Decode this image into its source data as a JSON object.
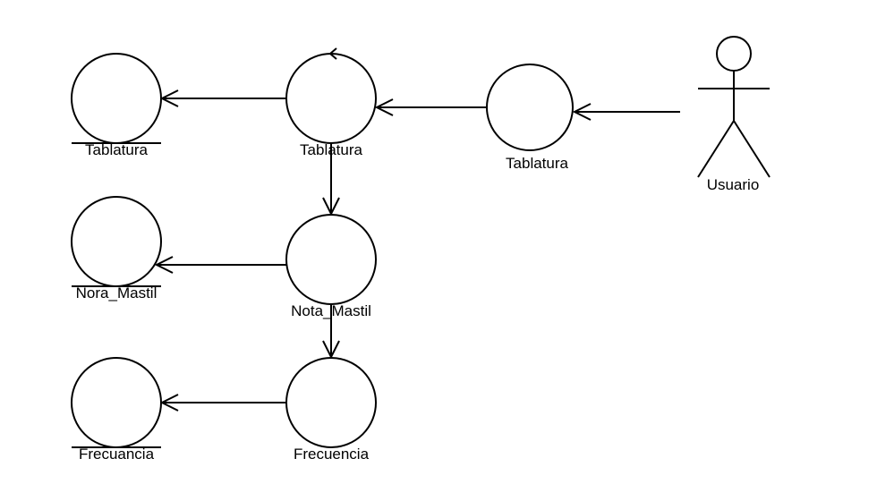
{
  "diagram": {
    "type": "uml-robustness",
    "stroke_color": "#000000",
    "background_color": "#ffffff",
    "actor": {
      "label": "Usuario"
    },
    "entities": [
      {
        "id": "entity-tablatura",
        "label": "Tablatura"
      },
      {
        "id": "entity-nora-mastil",
        "label": "Nora_Mastil"
      },
      {
        "id": "entity-frecuancia",
        "label": "Frecuancia"
      }
    ],
    "controls": [
      {
        "id": "control-tablatura",
        "label": "Tablatura"
      },
      {
        "id": "control-nota-mastil",
        "label": "Nota_Mastil"
      },
      {
        "id": "control-frecuencia",
        "label": "Frecuencia"
      }
    ],
    "boundaries": [
      {
        "id": "boundary-tablatura",
        "label": "Tablatura"
      }
    ]
  }
}
